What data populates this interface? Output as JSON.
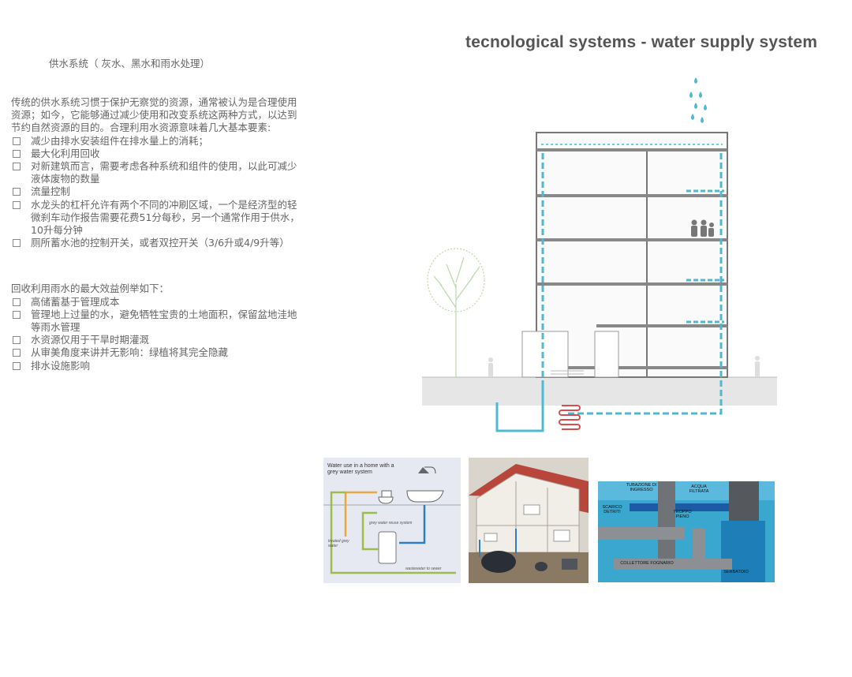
{
  "header": {
    "title": "tecnological systems - water supply system",
    "section_heading": "供水系统（  灰水、黑水和雨水处理）"
  },
  "intro": {
    "paragraph": "传统的供水系统习惯于保护无察觉的资源，通常被认为是合理使用资源；如今，它能够通过减少使用和改变系统这两种方式，以达到节约自然资源的目的。合理利用水资源意味着几大基本要素:",
    "items": [
      "减少由排水安装组件在排水量上的消耗；",
      "最大化利用回收",
      "对新建筑而言，需要考虑各种系统和组件的使用，以此可减少液体废物的数量",
      "流量控制",
      "水龙头的杠杆允许有两个不同的冲刷区域，一个是经济型的轻微刹车动作报告需要花费51分每秒，另一个通常作用于供水，10升每分钟",
      "厕所蓄水池的控制开关，或者双控开关（3/6升或4/9升等）"
    ]
  },
  "rainwater": {
    "heading": "回收利用雨水的最大效益例举如下：",
    "items": [
      "高储蓄基于管理成本",
      "管理地上过量的水，避免牺牲宝贵的土地面积，保留盆地洼地等雨水管理",
      "水资源仅用于干旱时期灌溉",
      " 从审美角度来讲并无影响：绿植将其完全隐藏",
      " 排水设施影响"
    ]
  },
  "thumbnails": {
    "grey_water": {
      "title": "Water use in a home with a grey water system",
      "system_label": "grey water reuse system",
      "treated_label": "treated grey water",
      "wastewater_label": "wastewater to sewer"
    },
    "rain_tank": {
      "labels": {
        "inlet": "TUBAZIONE DI INGRESSO",
        "filtered": "ACQUA FILTRATA",
        "debris": "SCARICO DETRITI",
        "overflow": "TROPPO PIENO",
        "sewer": "COLLETTORE FOGNARIO",
        "tank": "SERBATOIO"
      }
    }
  },
  "colors": {
    "pipe": "#4fb8d2",
    "wall": "#777777",
    "ground": "#e6e6e6",
    "tree": "#bcd8a8"
  }
}
